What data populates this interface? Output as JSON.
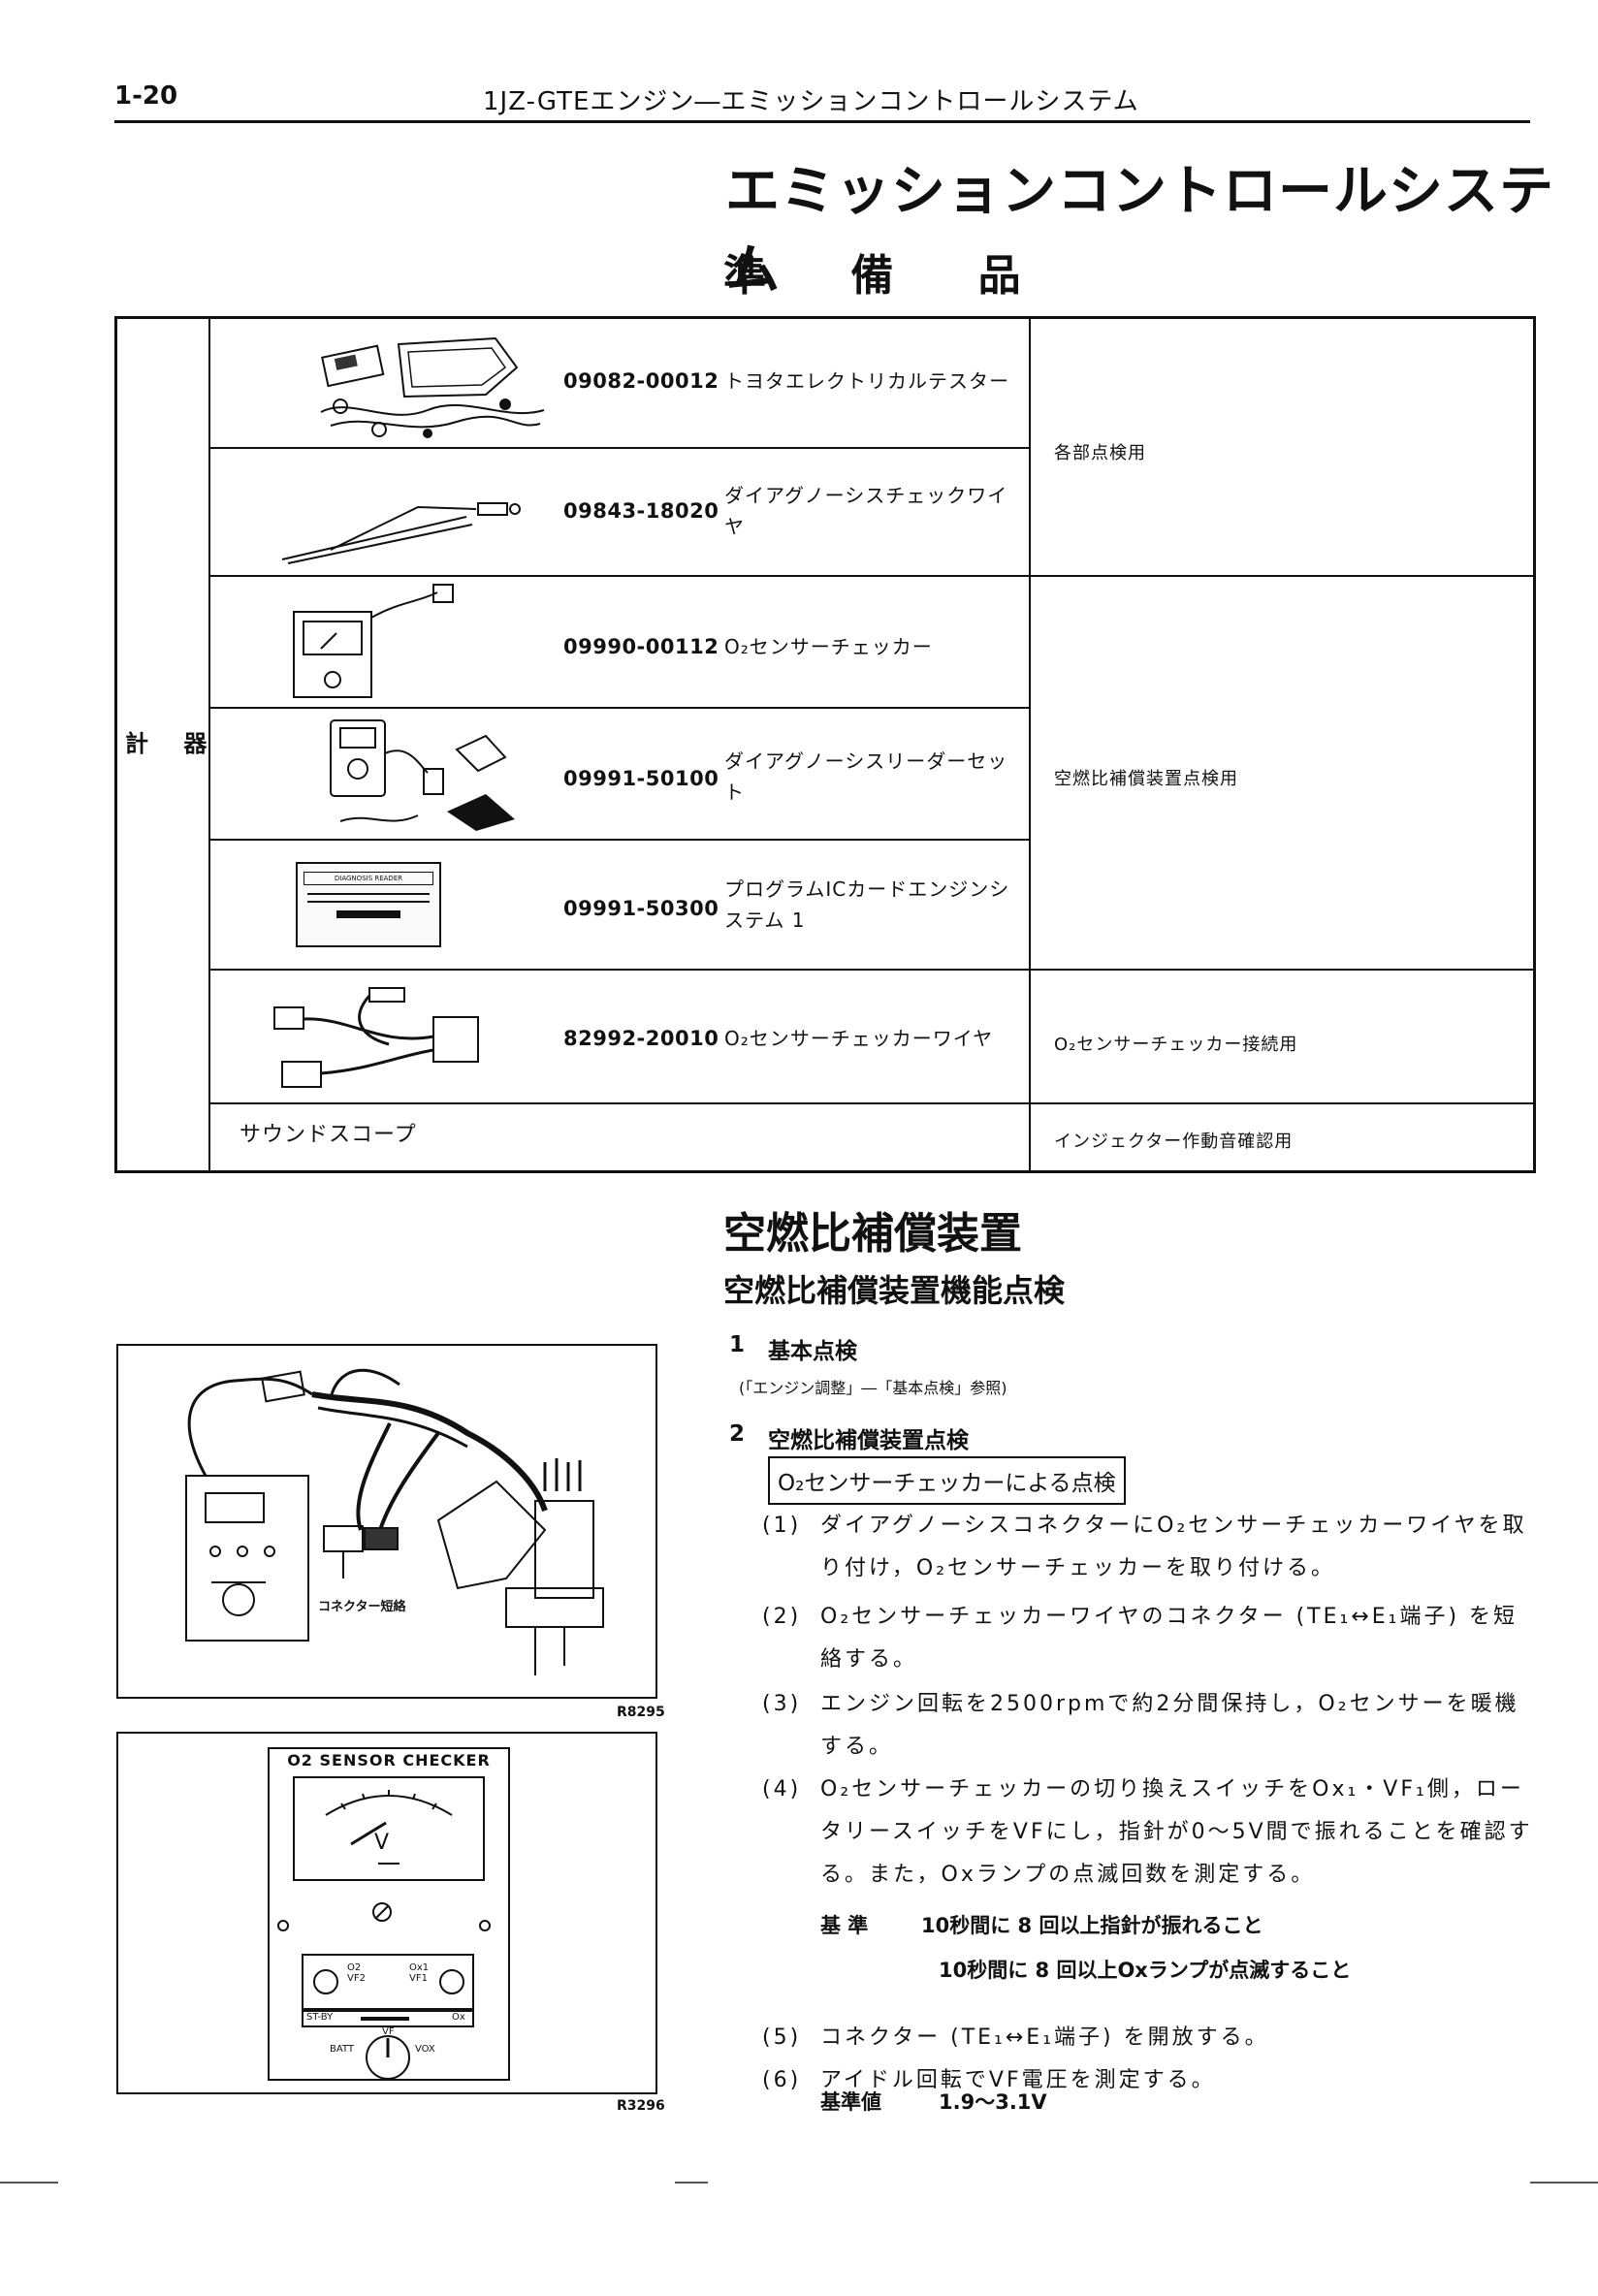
{
  "header": {
    "page_number": "1-20",
    "running_title": "1JZ-GTEエンジン―エミッションコントロールシステム"
  },
  "main_title": "エミッションコントロールシステム",
  "subtitle": "準 備 品",
  "equipment_table": {
    "category": "計 器",
    "rows": [
      {
        "part_no": "09082-00012",
        "name": "トヨタエレクトリカルテスター"
      },
      {
        "part_no": "09843-18020",
        "name": "ダイアグノーシスチェックワイヤ"
      },
      {
        "part_no": "09990-00112",
        "name": "O₂センサーチェッカー"
      },
      {
        "part_no": "09991-50100",
        "name": "ダイアグノーシスリーダーセット"
      },
      {
        "part_no": "09991-50300",
        "name": "プログラムICカードエンジンシステム 1"
      },
      {
        "part_no": "82992-20010",
        "name": "O₂センサーチェッカーワイヤ"
      }
    ],
    "last_row_name": "サウンドスコープ",
    "purposes": [
      "各部点検用",
      "空燃比補償装置点検用",
      "O₂センサーチェッカー接続用",
      "インジェクター作動音確認用"
    ],
    "card_label": "DIAGNOSIS READER"
  },
  "section": {
    "title": "空燃比補償装置",
    "subtitle": "空燃比補償装置機能点検",
    "step1_num": "1",
    "step1_title": "基本点検",
    "reference": "(「エンジン調整」―「基本点検」参照)",
    "step2_num": "2",
    "step2_title": "空燃比補償装置点検",
    "boxed_title": "O₂センサーチェッカーによる点検",
    "procedures": [
      {
        "num": "(1)",
        "text": "ダイアグノーシスコネクターにO₂センサーチェッカーワイヤを取り付け，O₂センサーチェッカーを取り付ける。"
      },
      {
        "num": "(2)",
        "text": "O₂センサーチェッカーワイヤのコネクター (TE₁↔E₁端子) を短絡する。"
      },
      {
        "num": "(3)",
        "text": "エンジン回転を2500rpmで約2分間保持し，O₂センサーを暖機する。"
      },
      {
        "num": "(4)",
        "text": "O₂センサーチェッカーの切り換えスイッチをOx₁・VF₁側，ロータリースイッチをVFにし，指針が0～5V間で振れることを確認する。また，Oxランプの点滅回数を測定する。"
      },
      {
        "num": "(5)",
        "text": "コネクター (TE₁↔E₁端子) を開放する。"
      },
      {
        "num": "(6)",
        "text": "アイドル回転でVF電圧を測定する。"
      }
    ],
    "standard_label": "基 準",
    "standard_line1": "10秒間に 8 回以上指針が振れること",
    "standard_line2": "10秒間に 8 回以上Oxランプが点滅すること",
    "std_value_label": "基準値",
    "std_value": "1.9～3.1V"
  },
  "figures": {
    "fig1_label": "コネクター短絡",
    "fig1_code": "R8295",
    "fig2_title": "O2 SENSOR CHECKER",
    "fig2_code": "R3296",
    "meter_unit": "V",
    "switch_o2": "O2",
    "switch_vf2": "VF2",
    "switch_ox1": "Ox1",
    "switch_vf1": "VF1",
    "st_by": "ST-BY",
    "ox": "Ox",
    "batt": "BATT",
    "vf": "VF",
    "vox": "VOX"
  }
}
